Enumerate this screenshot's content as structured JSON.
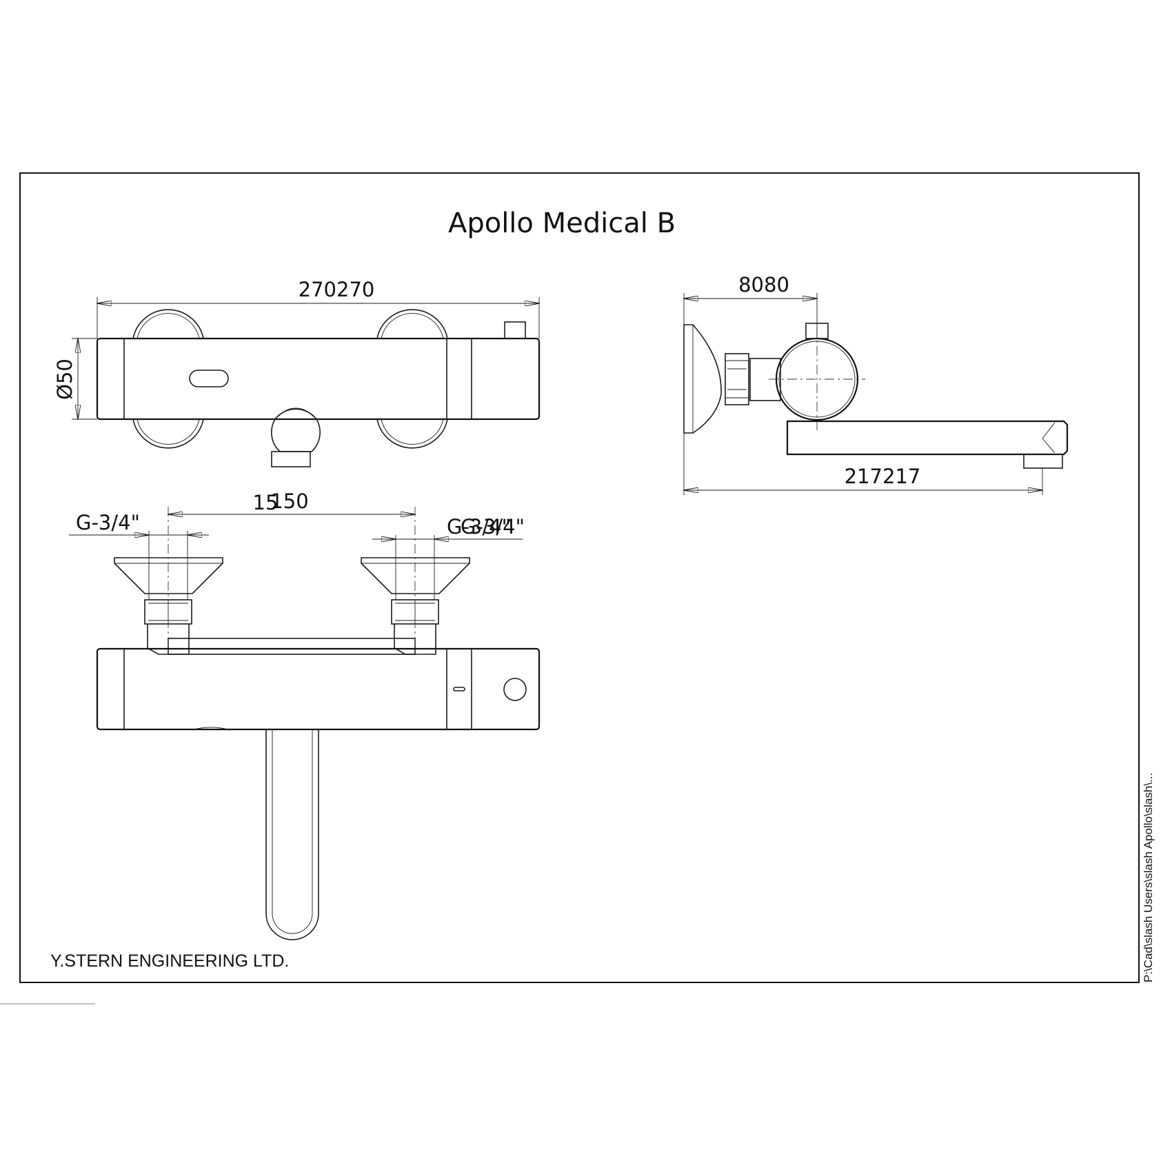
{
  "title": "Apollo Medical B",
  "company": "Y.STERN ENGINEERING LTD.",
  "file_path": "P:\\Cad\\slash Users\\slash Apollo\\slash\\...",
  "dimensions": {
    "overall_width": "270270",
    "diameter": "Ø50",
    "depth": "8080",
    "spout_length": "217217",
    "center_distance": "150",
    "center_distance_overlap": "15",
    "thread_left": "G-3/4\"",
    "thread_right": "G-3/4\"",
    "thread_right_overlap": "G-3/4\""
  }
}
